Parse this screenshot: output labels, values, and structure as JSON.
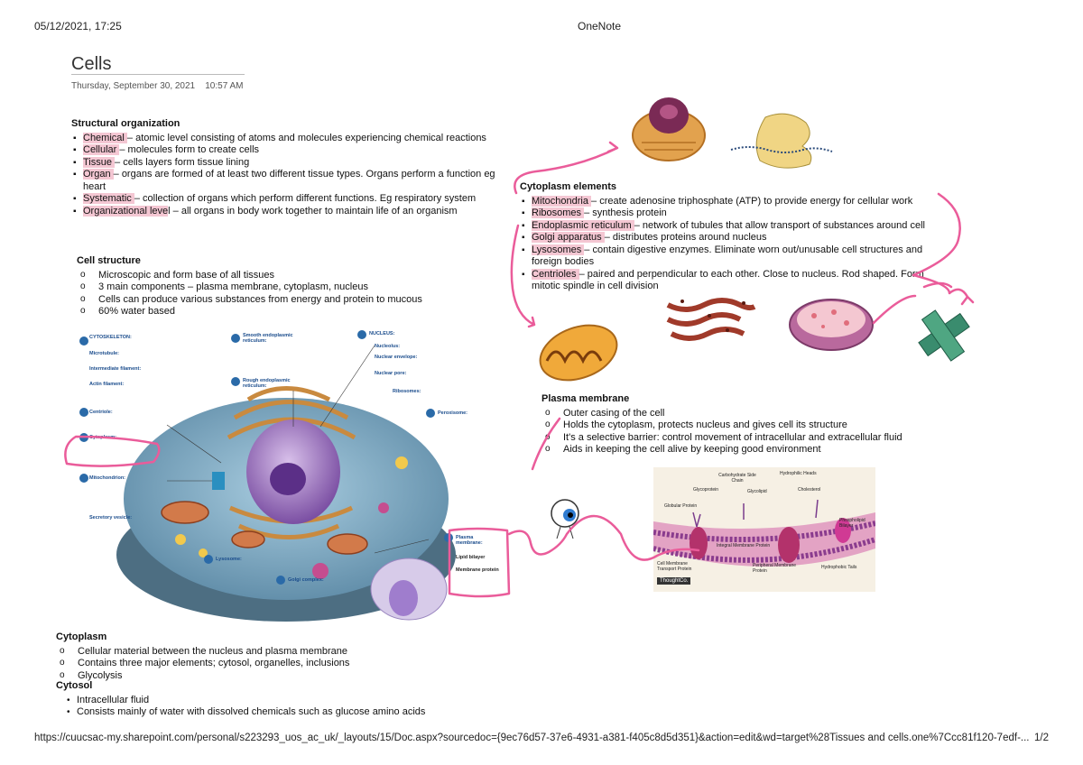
{
  "print_header": {
    "datetime": "05/12/2021, 17:25",
    "app": "OneNote"
  },
  "page": {
    "title": "Cells",
    "date": "Thursday, September 30, 2021",
    "time": "10:57 AM"
  },
  "structural": {
    "heading": "Structural organization",
    "items": [
      {
        "term": "Chemical ",
        "text": "– atomic level consisting of atoms and molecules experiencing chemical reactions"
      },
      {
        "term": "Cellular ",
        "text": "– molecules form to create cells"
      },
      {
        "term": "Tissue ",
        "text": "– cells layers form tissue lining"
      },
      {
        "term": "Organ ",
        "text": "– organs are formed of at least two different tissue types. Organs perform a function eg heart"
      },
      {
        "term": "Systematic ",
        "text": "– collection of organs which perform different functions. Eg respiratory system"
      },
      {
        "term": "Organizational leve",
        "text": "l – all organs in body work together to maintain life of an organism"
      }
    ]
  },
  "cell_structure": {
    "heading": "Cell structure",
    "items": [
      "Microscopic and form base of all tissues",
      "3 main components – plasma membrane, cytoplasm, nucleus",
      "Cells can produce various substances from energy and protein to mucous",
      "60% water based"
    ]
  },
  "cytoplasm_elements": {
    "heading": "Cytoplasm elements",
    "items": [
      {
        "term": "Mitochondria ",
        "text": "– create adenosine triphosphate (ATP) to provide energy for cellular work"
      },
      {
        "term": "Ribosomes ",
        "text": "– synthesis protein"
      },
      {
        "term": "Endoplasmic reticulum ",
        "text": "– network of tubules that allow transport of substances around cell"
      },
      {
        "term": "Golgi apparatus ",
        "text": "– distributes proteins around nucleus"
      },
      {
        "term": "Lysosomes ",
        "text": "– contain digestive enzymes. Eliminate worn out/unusable cell structures and foreign bodies"
      },
      {
        "term": "Centrioles ",
        "text": "– paired and perpendicular to each other. Close to nucleus. Rod shaped. Form mitotic spindle in cell division"
      }
    ]
  },
  "plasma_membrane": {
    "heading": "Plasma membrane",
    "items": [
      "Outer casing of the cell",
      "Holds the cytoplasm, protects nucleus and gives cell its structure",
      "It's a selective barrier: control movement of intracellular and extracellular fluid",
      "Aids in keeping the cell alive by keeping good environment"
    ]
  },
  "cytoplasm": {
    "heading": "Cytoplasm",
    "items": [
      "Cellular material between the nucleus and plasma membrane",
      "Contains three major elements; cytosol, organelles, inclusions",
      "Glycolysis"
    ]
  },
  "cytosol": {
    "heading": "Cytosol",
    "items": [
      "Intracellular fluid",
      "Consists mainly of water with dissolved chemicals such as glucose amino acids"
    ]
  },
  "diagram_labels": {
    "cytoskeleton": "CYTOSKELETON:",
    "microtubule": "Microtubule:",
    "intermediate": "Intermediate filament:",
    "actin": "Actin filament:",
    "centriole": "Centriole:",
    "cytoplasm": "Cytoplasm:",
    "mitochondrion": "Mitochondrion:",
    "secretory": "Secretory vesicle:",
    "smooth_er": "Smooth endoplasmic reticulum:",
    "rough_er": "Rough endoplasmic reticulum:",
    "nucleus": "NUCLEUS:",
    "nucleolus": "Nucleolus:",
    "nuclear_envelope": "Nuclear envelope:",
    "nuclear_pore": "Nuclear pore:",
    "ribosomes": "Ribosomes:",
    "peroxisome": "Peroxisome:",
    "lysosome": "Lysosome:",
    "golgi": "Golgi complex:",
    "plasma_membrane": "Plasma membrane:",
    "lipid_bilayer": "Lipid bilayer",
    "membrane_protein": "Membrane protein"
  },
  "membrane_labels": {
    "carb_side": "Carbohydrate Side Chain",
    "glycoprotein": "Glycoprotein",
    "glycolipid": "Glycolipid",
    "globular": "Globular Protein",
    "cholesterol": "Cholesterol",
    "hydrophilic": "Hydrophilic Heads",
    "integral": "Integral Membrane Protein",
    "peripheral": "Peripheral Membrane Protein",
    "cell_membrane": "Cell Membrane Transport Protein",
    "phospholipid": "Phospholipid Bilayer",
    "hydrophobic": "Hydrophobic Tails",
    "brand": "ThoughtCo."
  },
  "footer": {
    "url": "https://cuucsac-my.sharepoint.com/personal/s223293_uos_ac_uk/_layouts/15/Doc.aspx?sourcedoc={9ec76d57-37e6-4931-a381-f405c8d5d351}&action=edit&wd=target%28Tissues and cells.one%7Ccc81f120-7edf-...",
    "page": "1/2"
  },
  "colors": {
    "highlight": "#f4c7d3",
    "pink_ink": "#ea5c9a",
    "diagram_label": "#1a4c8c"
  }
}
